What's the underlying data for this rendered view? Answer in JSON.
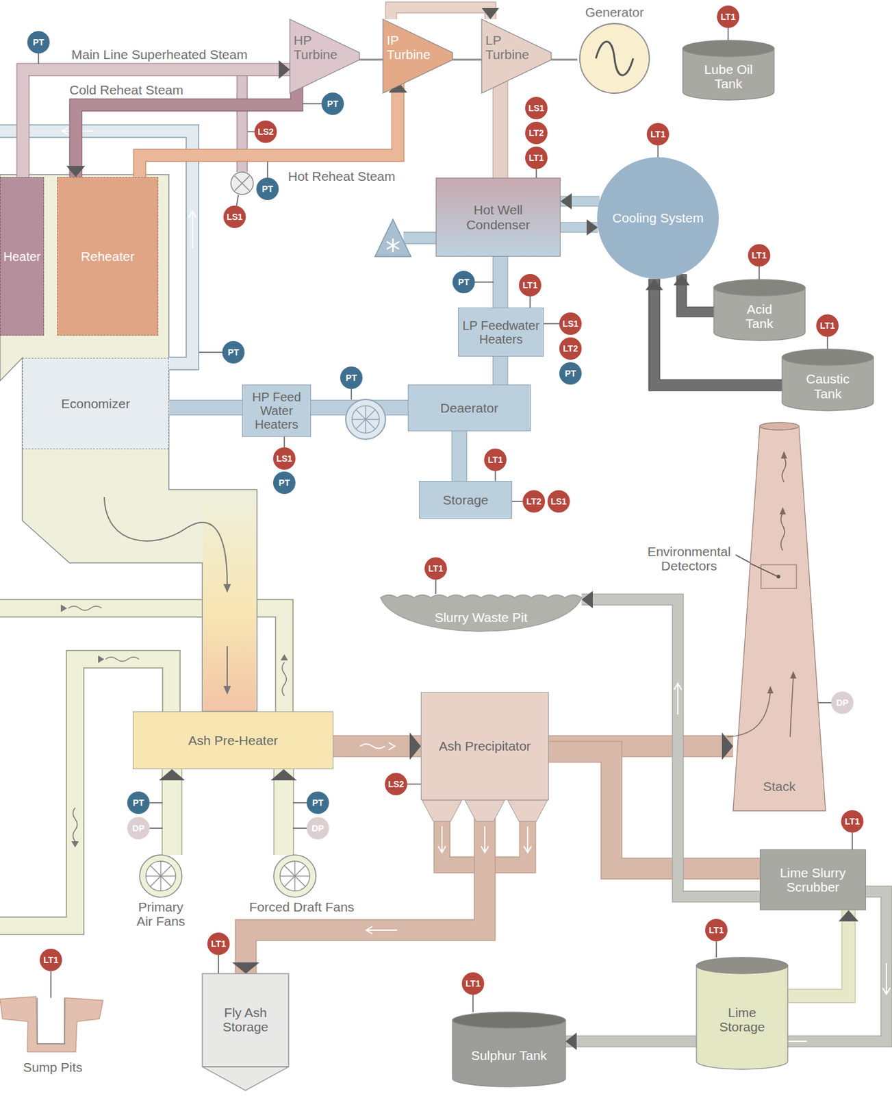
{
  "diagram": {
    "nodes": [
      {
        "text": [
          "HP Turbine"
        ]
      },
      {
        "text": [
          "IP Turbine"
        ]
      },
      {
        "text": [
          "LP Turbine"
        ]
      },
      {
        "text": [
          "Generator"
        ]
      },
      {
        "text": [
          "Lube Oil Tank"
        ]
      },
      {
        "text": [
          "Heater"
        ]
      },
      {
        "text": [
          "Reheater"
        ]
      },
      {
        "text": [
          "Hot Well Condenser"
        ]
      },
      {
        "text": [
          "Cooling System"
        ]
      },
      {
        "text": [
          "Acid Tank"
        ]
      },
      {
        "text": [
          "LP Feedwater Heaters"
        ]
      },
      {
        "text": [
          "Caustic Tank"
        ]
      },
      {
        "text": [
          "Economizer"
        ]
      },
      {
        "text": [
          "HP Feed Water Heaters"
        ]
      },
      {
        "text": [
          "Deaerator"
        ]
      },
      {
        "text": [
          "Storage"
        ]
      },
      {
        "text": [
          "Slurry Waste Pit"
        ]
      },
      {
        "text": [
          "Stack"
        ]
      },
      {
        "text": [
          "Ash Pre-Heater"
        ]
      },
      {
        "text": [
          "Ash Precipitator"
        ]
      },
      {
        "text": [
          "Primary Air Fans"
        ]
      },
      {
        "text": [
          "Forced Draft Fans"
        ]
      },
      {
        "text": [
          "Lime Slurry Scrubber"
        ]
      },
      {
        "text": [
          "Lime Storage"
        ]
      },
      {
        "text": [
          "Fly Ash Storage"
        ]
      },
      {
        "text": [
          "Sulphur Tank"
        ]
      },
      {
        "text": [
          "Sump Pits"
        ]
      }
    ],
    "edges": [
      {
        "from": 5,
        "to": 0,
        "arrow": "to",
        "label": "Main Line Superheated Steam"
      },
      {
        "from": 0,
        "to": 6,
        "arrow": "to",
        "label": "Cold Reheat Steam"
      },
      {
        "from": 6,
        "to": 1,
        "arrow": "to",
        "label": "Hot Reheat Steam"
      },
      {
        "from": 0,
        "to": 1,
        "arrow": "none"
      },
      {
        "from": 1,
        "to": 2,
        "arrow": "none"
      },
      {
        "from": 2,
        "to": 3,
        "arrow": "none"
      },
      {
        "from": 1,
        "to": 2,
        "arrow": "to"
      },
      {
        "from": 2,
        "to": 7,
        "arrow": "none"
      },
      {
        "from": 8,
        "to": 7,
        "arrow": "to"
      },
      {
        "from": 7,
        "to": 8,
        "arrow": "to"
      },
      {
        "from": 9,
        "to": 8,
        "arrow": "to"
      },
      {
        "from": 11,
        "to": 8,
        "arrow": "to"
      },
      {
        "from": 7,
        "to": 10,
        "arrow": "none"
      },
      {
        "from": 10,
        "to": 14,
        "arrow": "none"
      },
      {
        "from": 14,
        "to": 15,
        "arrow": "none"
      },
      {
        "from": 14,
        "to": 13,
        "arrow": "none"
      },
      {
        "from": 13,
        "to": 12,
        "arrow": "none"
      },
      {
        "from": 18,
        "to": 19,
        "arrow": "to"
      },
      {
        "from": 19,
        "to": 17,
        "arrow": "to"
      },
      {
        "from": 19,
        "to": 22,
        "arrow": "none"
      },
      {
        "from": 19,
        "to": 24,
        "arrow": "to"
      },
      {
        "from": 22,
        "to": 16,
        "arrow": "to"
      },
      {
        "from": 23,
        "to": 22,
        "arrow": "to"
      },
      {
        "from": 22,
        "to": 25,
        "arrow": "to"
      },
      {
        "from": 20,
        "to": 18,
        "arrow": "to"
      },
      {
        "from": 21,
        "to": 18,
        "arrow": "to"
      }
    ],
    "labels": [
      "PT",
      "LT1",
      "PT",
      "LS2",
      "PT",
      "LS1",
      "LS1",
      "LT2",
      "LT1",
      "LT1",
      "LT1",
      "LT1",
      "PT",
      "LT1",
      "LS1",
      "LT2",
      "PT",
      "PT",
      "PT",
      "LS1",
      "PT",
      "LT1",
      "LT2",
      "LS1",
      "LT1",
      "Environmental Detectors",
      "DP",
      "LS2",
      "PT",
      "DP",
      "PT",
      "DP",
      "LT1",
      "LT1",
      "LT1",
      "LT1",
      "LT1"
    ]
  }
}
